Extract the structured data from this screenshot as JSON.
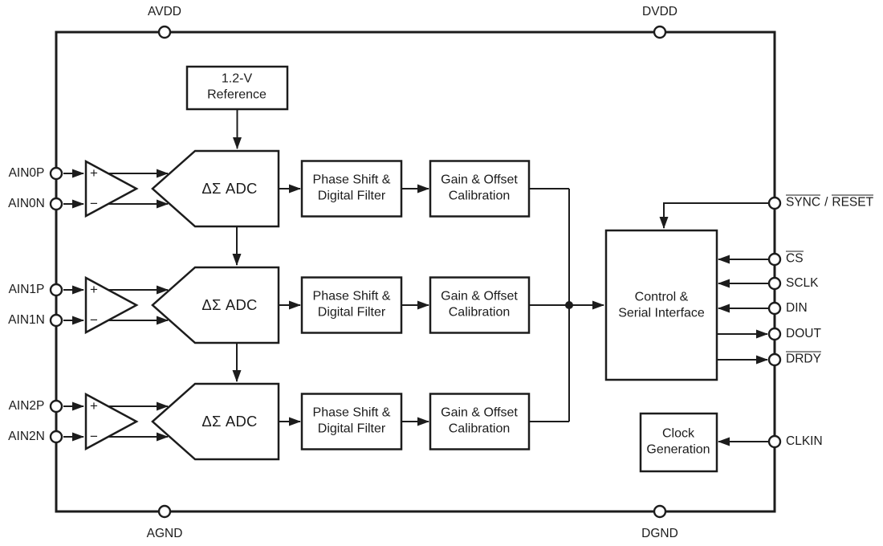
{
  "diagram": {
    "power_pins": {
      "avdd": "AVDD",
      "dvdd": "DVDD",
      "agnd": "AGND",
      "dgnd": "DGND"
    },
    "channels": [
      {
        "p": "AIN0P",
        "n": "AIN0N"
      },
      {
        "p": "AIN1P",
        "n": "AIN1N"
      },
      {
        "p": "AIN2P",
        "n": "AIN2N"
      }
    ],
    "amp": {
      "plus": "+",
      "minus": "−"
    },
    "blocks": {
      "reference": "1.2-V\nReference",
      "adc": "ΔΣ ADC",
      "phase_filter": "Phase Shift &\nDigital Filter",
      "gain_offset": "Gain & Offset\nCalibration",
      "control": "Control &\nSerial Interface",
      "clock": "Clock\nGeneration"
    },
    "right_pins": {
      "sync": "SYNC",
      "sync_sep": "/",
      "reset": "RESET",
      "cs": "CS",
      "sclk": "SCLK",
      "din": "DIN",
      "dout": "DOUT",
      "drdy": "DRDY",
      "clkin": "CLKIN"
    },
    "colors": {
      "ink": "#1c1c1c",
      "bg": "#ffffff"
    }
  }
}
